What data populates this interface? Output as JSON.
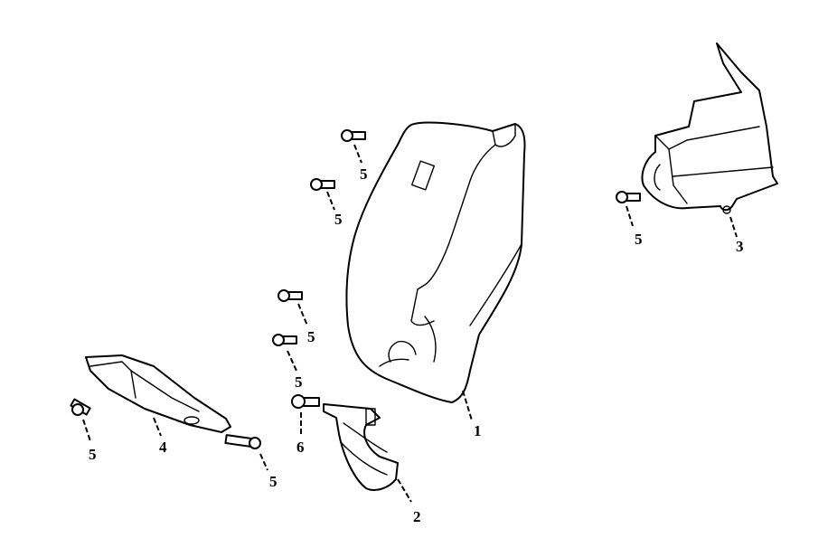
{
  "diagram": {
    "callouts": [
      {
        "id": "1",
        "text": "1"
      },
      {
        "id": "2",
        "text": "2"
      },
      {
        "id": "3",
        "text": "3"
      },
      {
        "id": "4",
        "text": "4"
      },
      {
        "id": "5a",
        "text": "5"
      },
      {
        "id": "5b",
        "text": "5"
      },
      {
        "id": "5c",
        "text": "5"
      },
      {
        "id": "5d",
        "text": "5"
      },
      {
        "id": "5e",
        "text": "5"
      },
      {
        "id": "5f",
        "text": "5"
      },
      {
        "id": "5g",
        "text": "5"
      },
      {
        "id": "6",
        "text": "6"
      }
    ]
  }
}
